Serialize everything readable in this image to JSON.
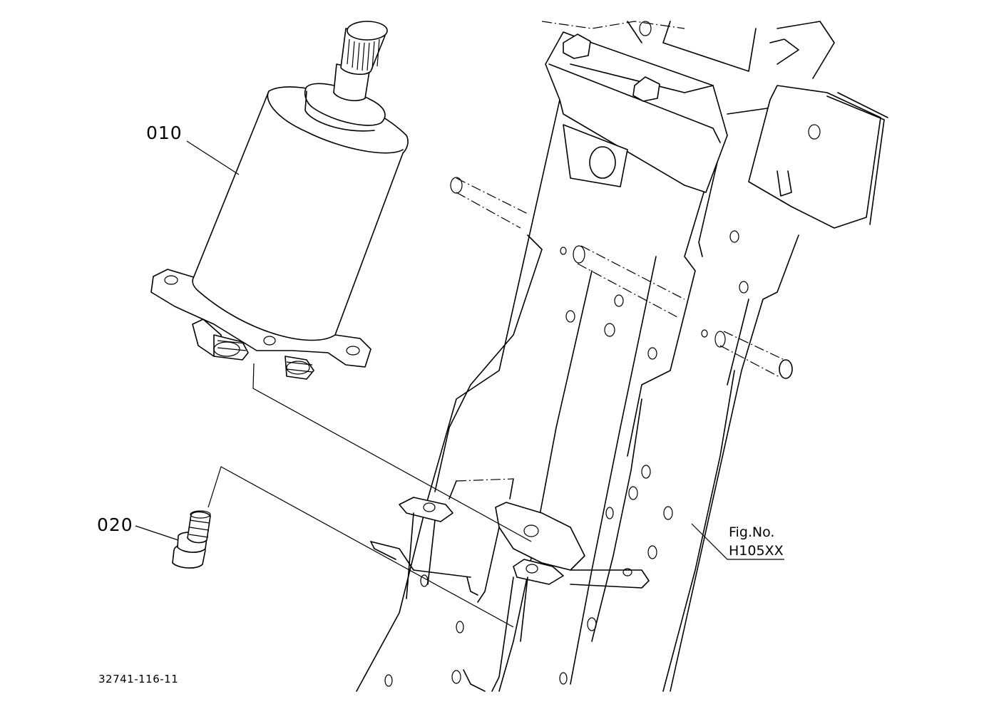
{
  "callouts": {
    "part_010": "010",
    "part_020": "020"
  },
  "figure": {
    "label": "Fig.No.",
    "code": "H105XX"
  },
  "drawing_number": "32741-116-11",
  "colors": {
    "line": "#000000",
    "background": "#ffffff"
  }
}
